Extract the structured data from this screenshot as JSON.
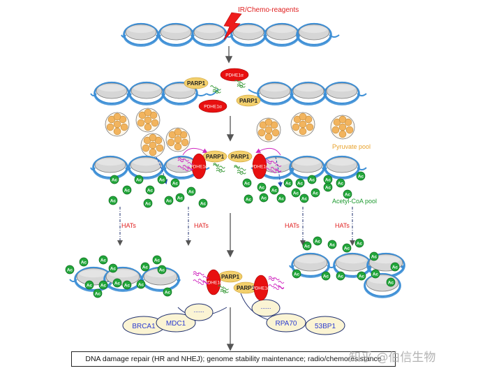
{
  "labels": {
    "stimulus": "IR/Chemo-reagents",
    "parp1": "PARP1",
    "pdhe1a": "PDHE1α",
    "pyruvate_pool": "Pyruvate pool",
    "acetyl_coa_pool": "Acetyl-CoA pool",
    "hats": "HATs",
    "ac": "Ac",
    "brca1": "BRCA1",
    "mdc1": "MDC1",
    "rpa70": "RPA70",
    "53bp1": "53BP1",
    "ellipsis": "......",
    "outcome": "DNA damage repair (HR and NHEJ); genome stability maintenance; radio/chemoresistance"
  },
  "watermark": "知乎 @伯信生物",
  "colors": {
    "nucleosome_fill": "#d6d6d6",
    "dna_strand": "#3d8fd6",
    "parp1_fill": "#f2cf6c",
    "pdhe1a_fill": "#e81010",
    "acetyl_fill": "#22a63a",
    "pyruvate_fill": "#f2b45e",
    "label_red": "#e02020",
    "label_orange": "#e8a22c",
    "label_green": "#1d9a2f",
    "repair_text": "#2a3ad0",
    "arrow": "#555555"
  }
}
